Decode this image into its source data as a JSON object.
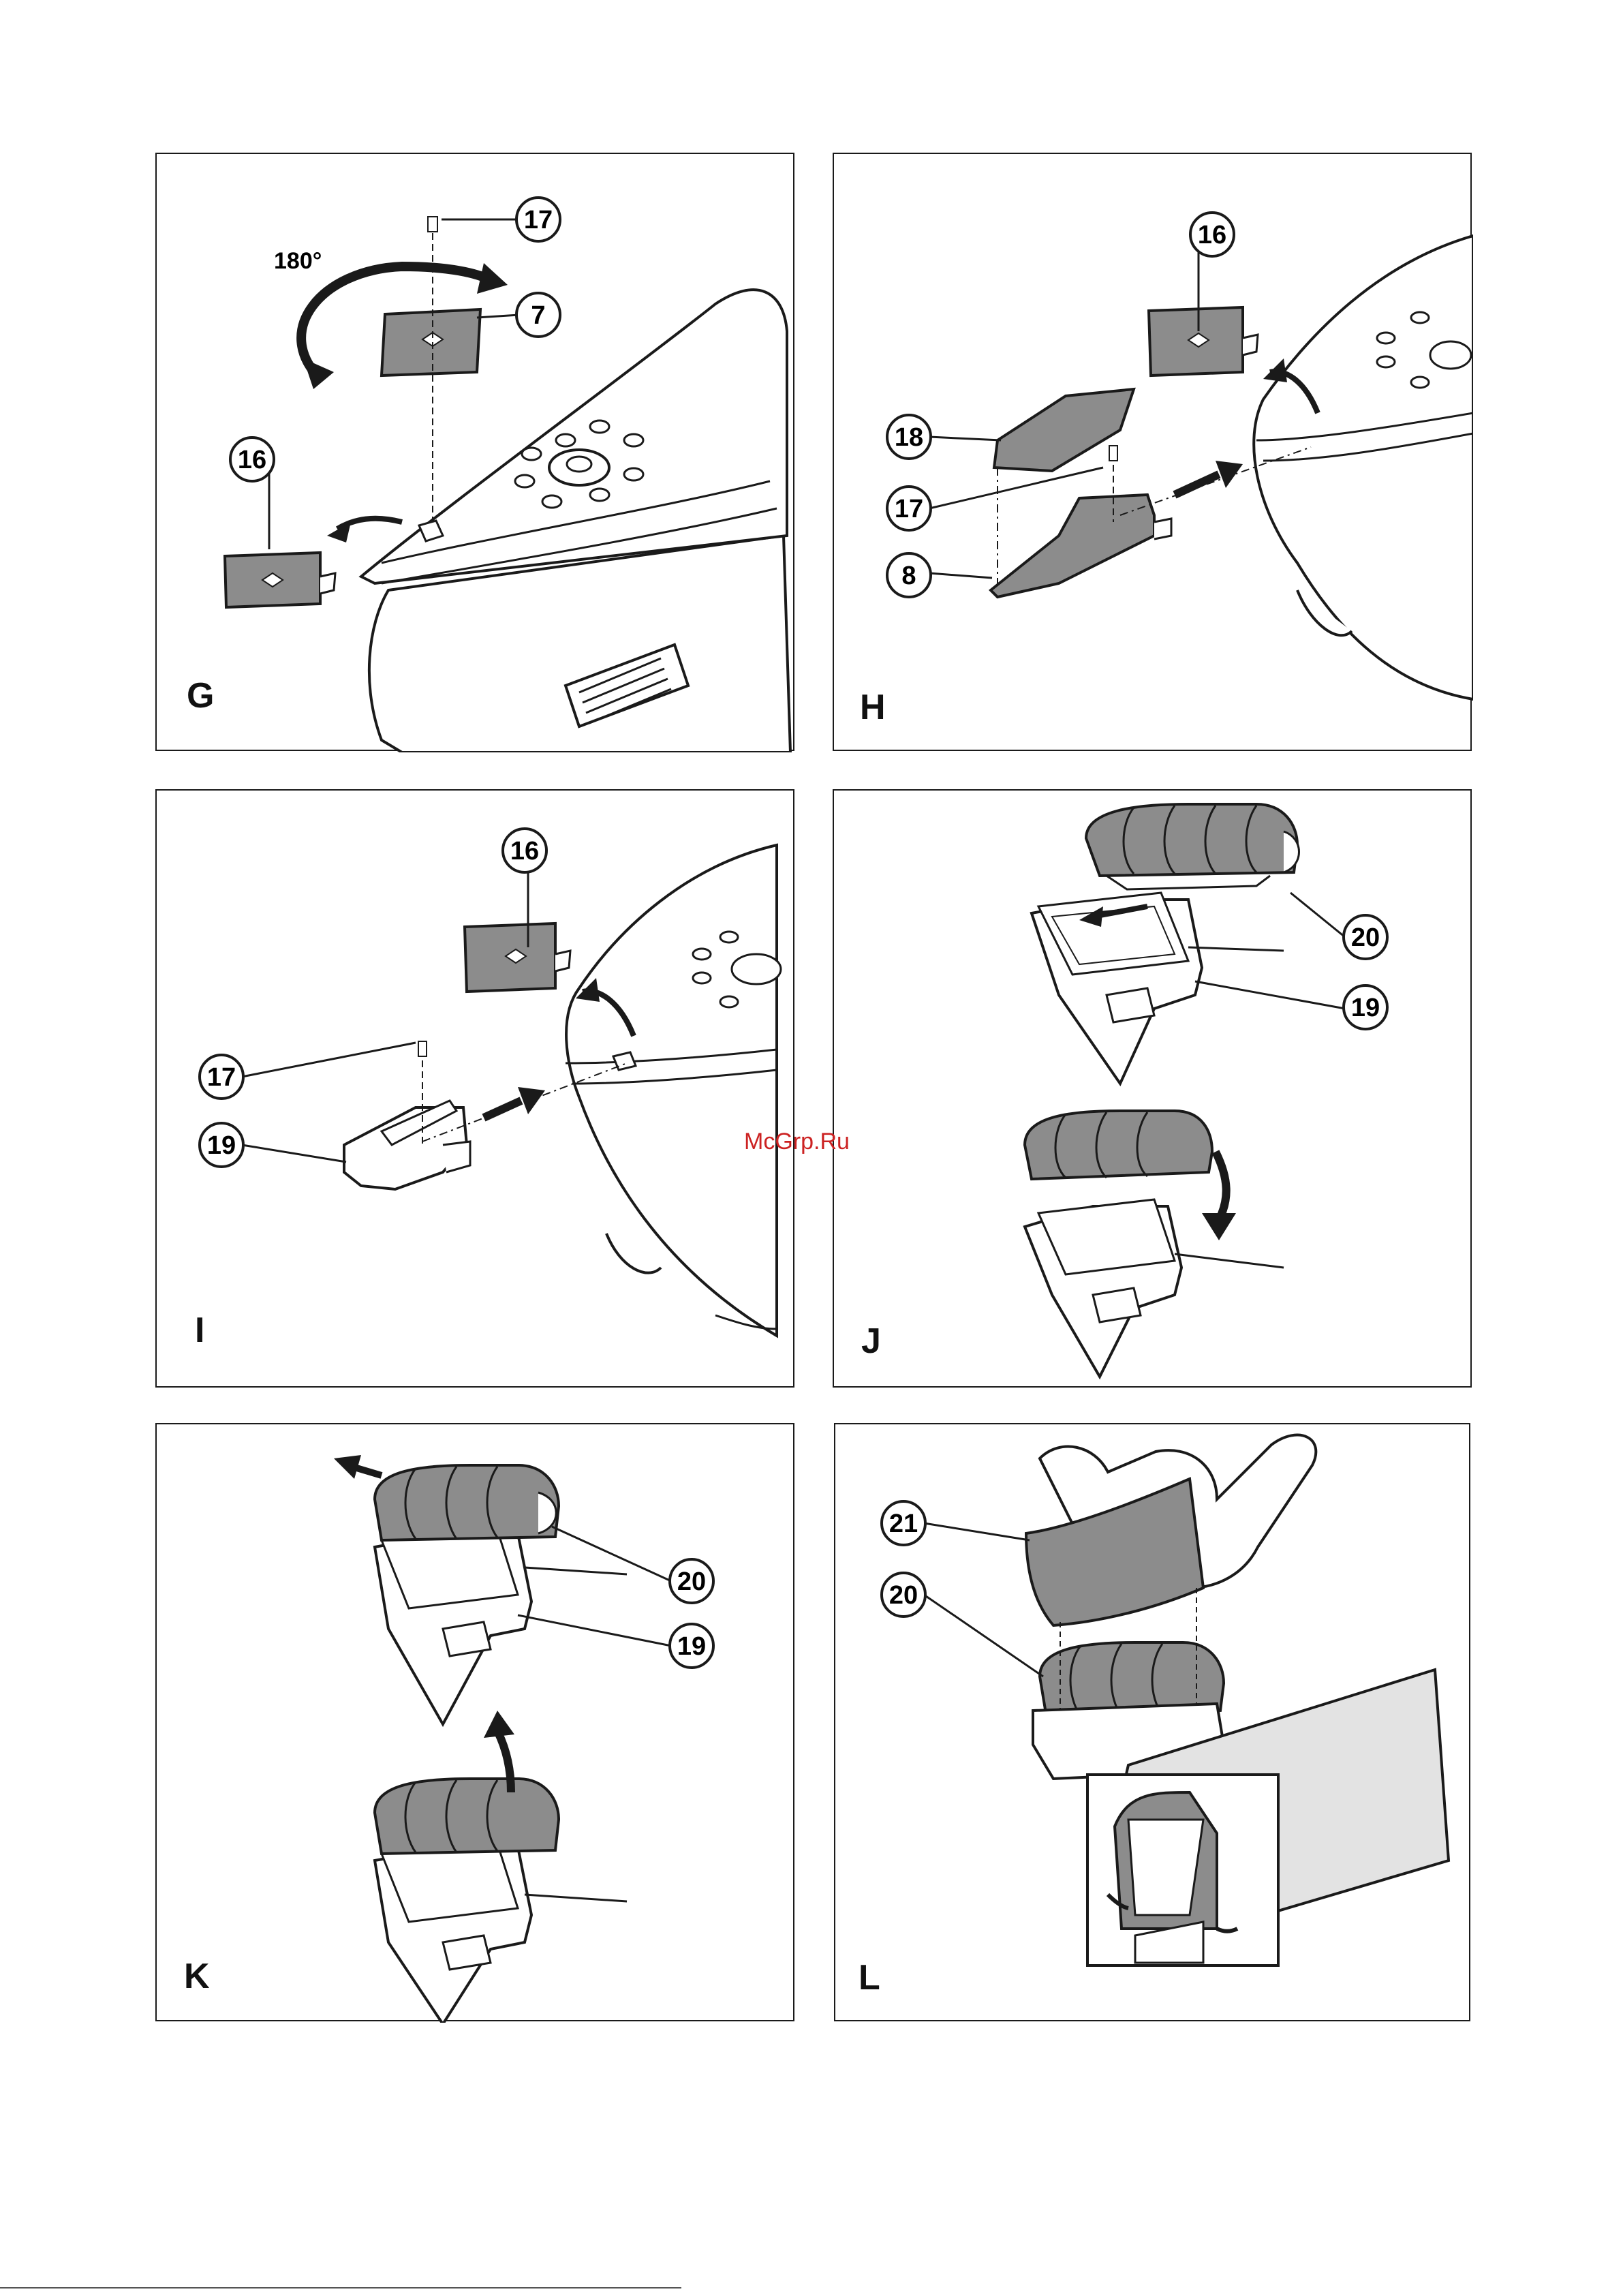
{
  "panels": {
    "g": {
      "letter": "G",
      "angle": "180°",
      "callouts": [
        "17",
        "7",
        "16"
      ]
    },
    "h": {
      "letter": "H",
      "callouts": [
        "16",
        "18",
        "17",
        "8"
      ]
    },
    "i": {
      "letter": "I",
      "callouts": [
        "16",
        "17",
        "19"
      ]
    },
    "j": {
      "letter": "J",
      "callouts": [
        "20",
        "19"
      ]
    },
    "k": {
      "letter": "K",
      "callouts": [
        "20",
        "19"
      ]
    },
    "l": {
      "letter": "L",
      "callouts": [
        "21",
        "20"
      ]
    }
  },
  "watermark": "McGrp.Ru",
  "colors": {
    "line": "#1a1a1a",
    "part_fill": "#8c8c8c",
    "body_fill": "#ffffff",
    "watermark": "#cc2222"
  }
}
